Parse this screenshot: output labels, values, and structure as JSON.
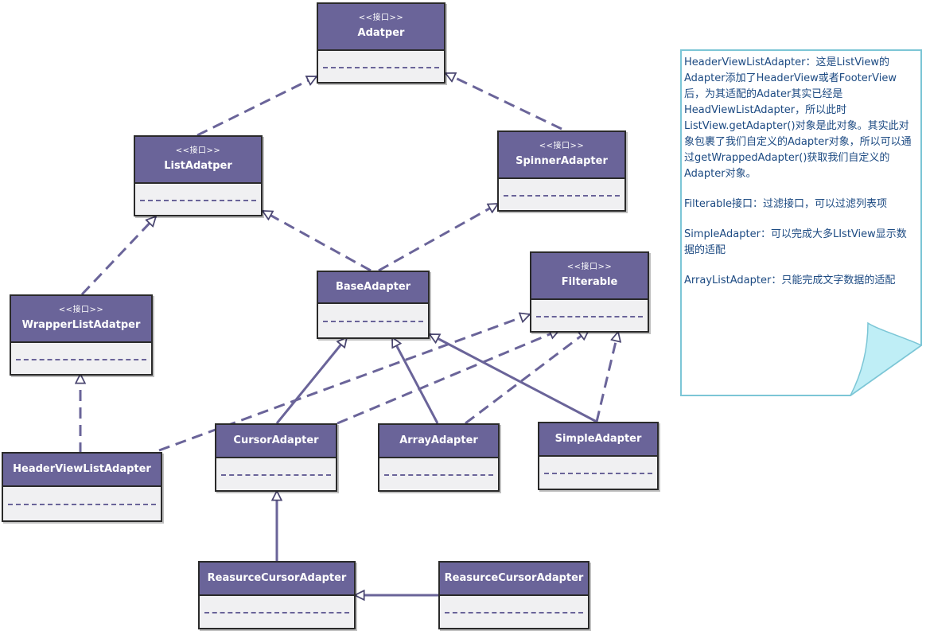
{
  "stereotype": "<<接口>>",
  "classes": {
    "adapter": "Adatper",
    "list_adapter": "ListAdatper",
    "spinner_adapter": "SpinnerAdapter",
    "wrapper_list_adapter": "WrapperListAdatper",
    "base_adapter": "BaseAdapter",
    "filterable": "Filterable",
    "header_view_list_adapter": "HeaderViewListAdapter",
    "cursor_adapter": "CursorAdapter",
    "array_adapter": "ArrayAdapter",
    "simple_adapter": "SimpleAdapter",
    "reasurce_cursor_adapter_1": "ReasurceCursorAdapter",
    "reasurce_cursor_adapter_2": "ReasurceCursorAdapter"
  },
  "note": {
    "p1": "HeaderViewListAdapter：这是ListView的Adapter添加了HeaderView或者FooterView后，为其适配的Adater其实已经是HeadViewListAdapter，所以此时ListView.getAdapter()对象是此对象。其实此对象包裹了我们自定义的Adapter对象，所以可以通过getWrappedAdapter()获取我们自定义的Adapter对象。",
    "p2": "Filterable接口：过滤接口，可以过滤列表项",
    "p3": "SimpleAdapter：可以完成大多LIstView显示数据的适配",
    "p4": "ArrayListAdapter：只能完成文字数据的适配"
  },
  "colors": {
    "header_fill": "#6a6499",
    "body_fill": "#f0f0f2",
    "line": "#6a6499",
    "note_border": "#7cc6d6",
    "note_text": "#1c4a82",
    "note_fold": "#bfeef6"
  }
}
